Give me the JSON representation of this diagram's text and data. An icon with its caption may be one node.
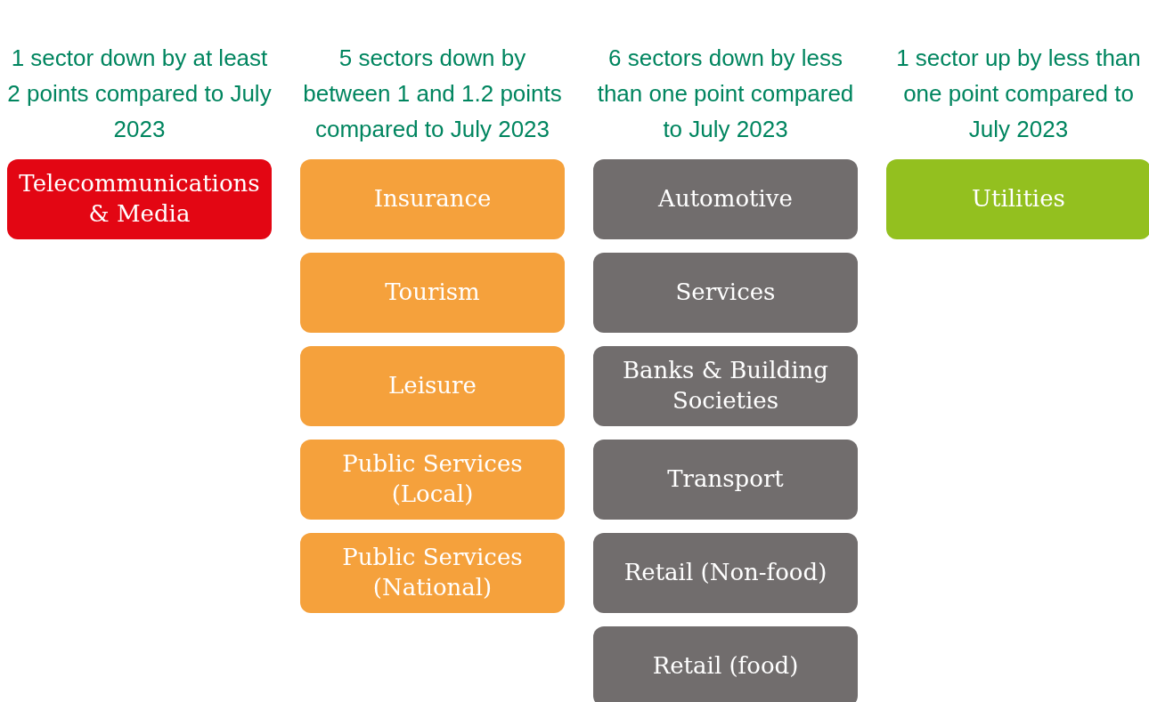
{
  "diagram": {
    "nodes": [
      {
        "text": [
          "Telecommunications & Media"
        ]
      },
      {
        "text": [
          "Insurance"
        ]
      },
      {
        "text": [
          "Tourism"
        ]
      },
      {
        "text": [
          "Leisure"
        ]
      },
      {
        "text": [
          "Public Services (Local)"
        ]
      },
      {
        "text": [
          "Public Services (National)"
        ]
      },
      {
        "text": [
          "Automotive"
        ]
      },
      {
        "text": [
          "Services"
        ]
      },
      {
        "text": [
          "Banks & Building Societies"
        ]
      },
      {
        "text": [
          "Transport"
        ]
      },
      {
        "text": [
          "Retail (Non-food)"
        ]
      },
      {
        "text": [
          "Retail (food)"
        ]
      },
      {
        "text": [
          "Utilities"
        ]
      }
    ],
    "labels": [
      "5 sectors down by between 1 and 1.2 points compared to July 2023",
      "6 sectors down by less than one point compared to July 2023",
      "1 sector up by less than one point compared to July 2023",
      "1 sector down by at least 2 points compared to July 2023"
    ]
  }
}
